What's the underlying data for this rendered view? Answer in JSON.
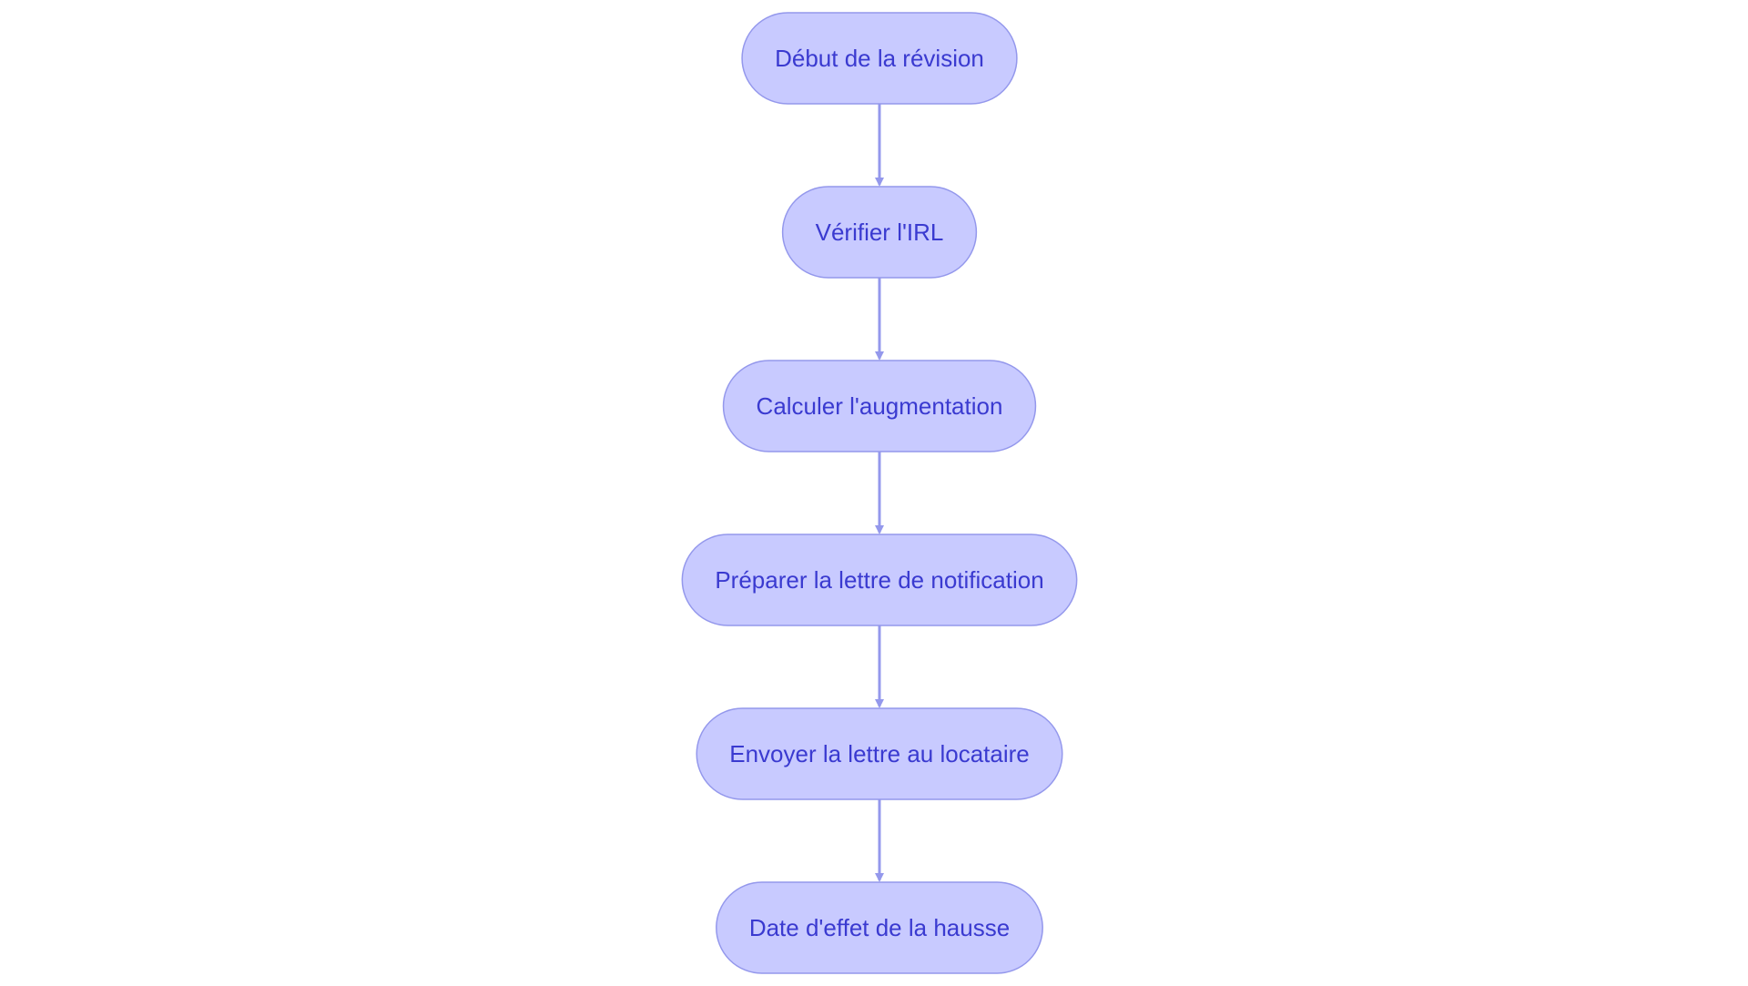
{
  "diagram": {
    "type": "flowchart",
    "direction": "top-to-bottom",
    "colors": {
      "node_fill": "#c8caff",
      "node_stroke": "#9498ec",
      "node_text": "#3a3ad0",
      "edge": "#9498ec",
      "background": "#ffffff"
    },
    "nodes": [
      {
        "id": "n1",
        "label": "Début de la révision"
      },
      {
        "id": "n2",
        "label": "Vérifier l'IRL"
      },
      {
        "id": "n3",
        "label": "Calculer l'augmentation"
      },
      {
        "id": "n4",
        "label": "Préparer la lettre de notification"
      },
      {
        "id": "n5",
        "label": "Envoyer la lettre au locataire"
      },
      {
        "id": "n6",
        "label": "Date d'effet de la hausse"
      }
    ],
    "edges": [
      {
        "from": "n1",
        "to": "n2"
      },
      {
        "from": "n2",
        "to": "n3"
      },
      {
        "from": "n3",
        "to": "n4"
      },
      {
        "from": "n4",
        "to": "n5"
      },
      {
        "from": "n5",
        "to": "n6"
      }
    ]
  }
}
